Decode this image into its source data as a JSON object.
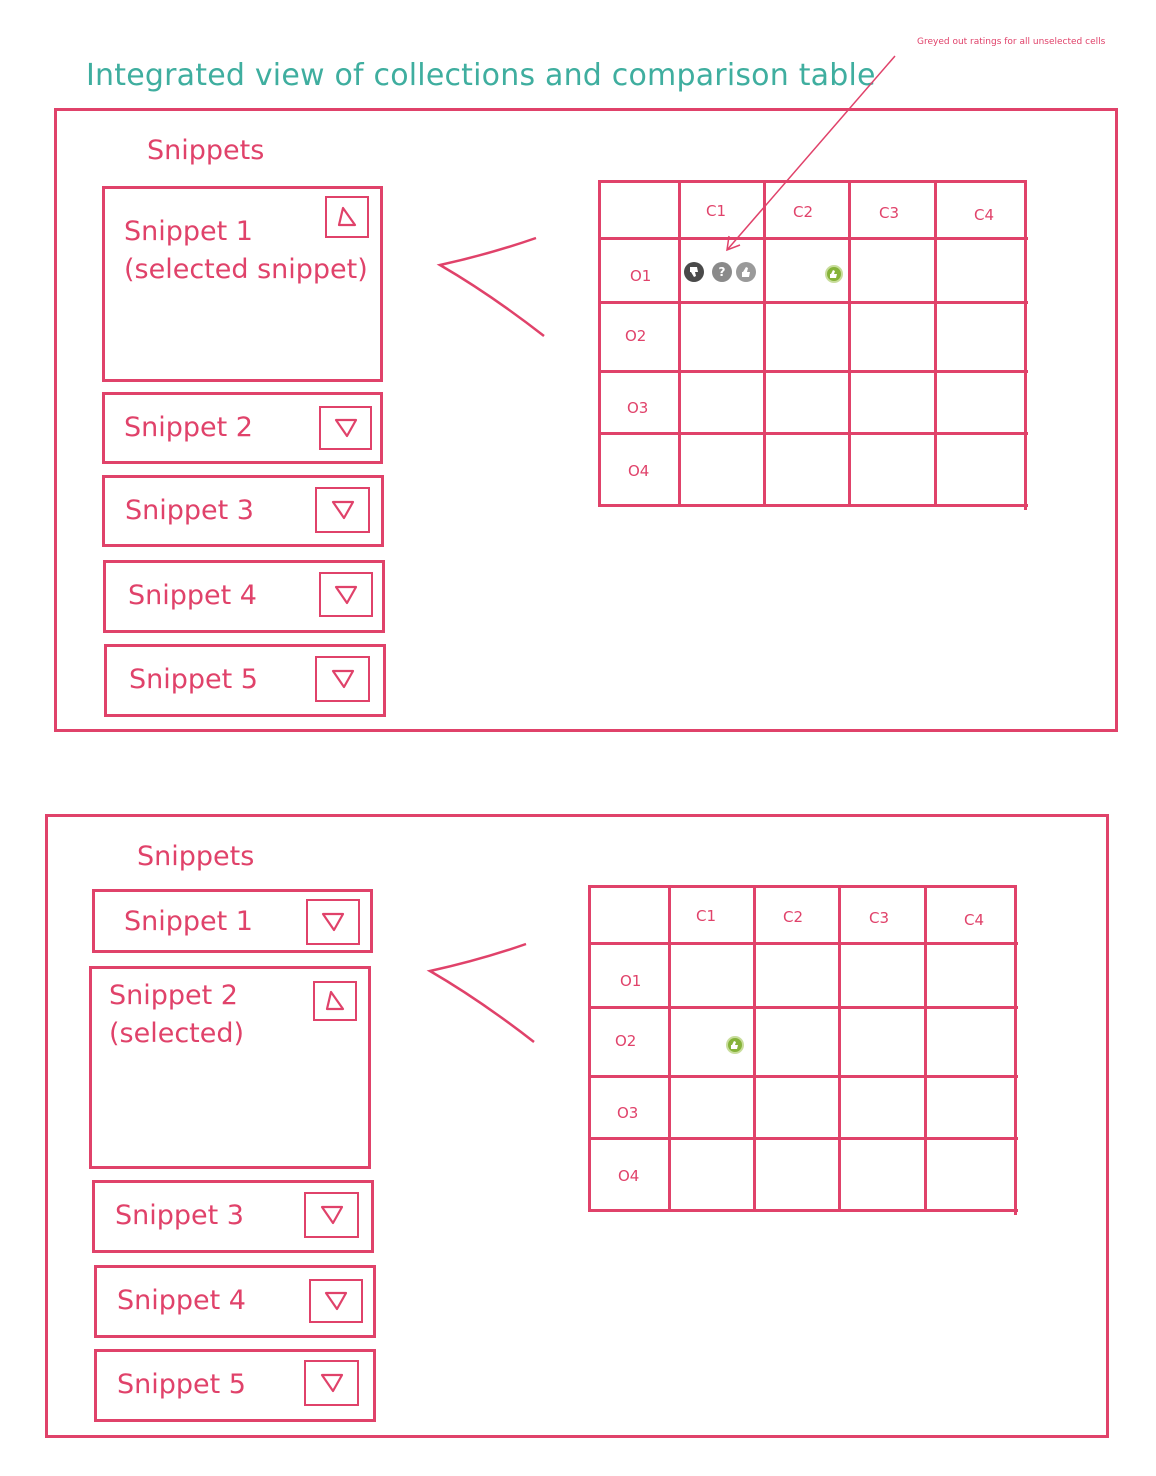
{
  "title": "Integrated view of collections and comparison table",
  "annotation": "Greyed out ratings for all unselected cells",
  "panels": [
    {
      "heading": "Snippets",
      "snippets": [
        {
          "label": "Snippet 1\n(selected snippet)",
          "selected": true
        },
        {
          "label": "Snippet 2",
          "selected": false
        },
        {
          "label": "Snippet 3",
          "selected": false
        },
        {
          "label": "Snippet 4",
          "selected": false
        },
        {
          "label": "Snippet 5",
          "selected": false
        }
      ],
      "table": {
        "columns": [
          "C1",
          "C2",
          "C3",
          "C4"
        ],
        "rows": [
          "O1",
          "O2",
          "O3",
          "O4"
        ]
      }
    },
    {
      "heading": "Snippets",
      "snippets": [
        {
          "label": "Snippet 1",
          "selected": false
        },
        {
          "label": "Snippet 2\n(selected)",
          "selected": true
        },
        {
          "label": "Snippet 3",
          "selected": false
        },
        {
          "label": "Snippet 4",
          "selected": false
        },
        {
          "label": "Snippet 5",
          "selected": false
        }
      ],
      "table": {
        "columns": [
          "C1",
          "C2",
          "C3",
          "C4"
        ],
        "rows": [
          "O1",
          "O2",
          "O3",
          "O4"
        ]
      }
    }
  ],
  "colors": {
    "sketch": "#e0426a",
    "title": "#3fae9f",
    "rating_active": "#86b33a",
    "rating_grey": "#8a8a8a"
  },
  "icons": {
    "collapsed_toggle": "triangle-down-icon",
    "expanded_toggle": "triangle-up-icon",
    "thumbs_down": "thumbs-down-icon",
    "question": "question-icon",
    "thumbs_up": "thumbs-up-icon"
  }
}
